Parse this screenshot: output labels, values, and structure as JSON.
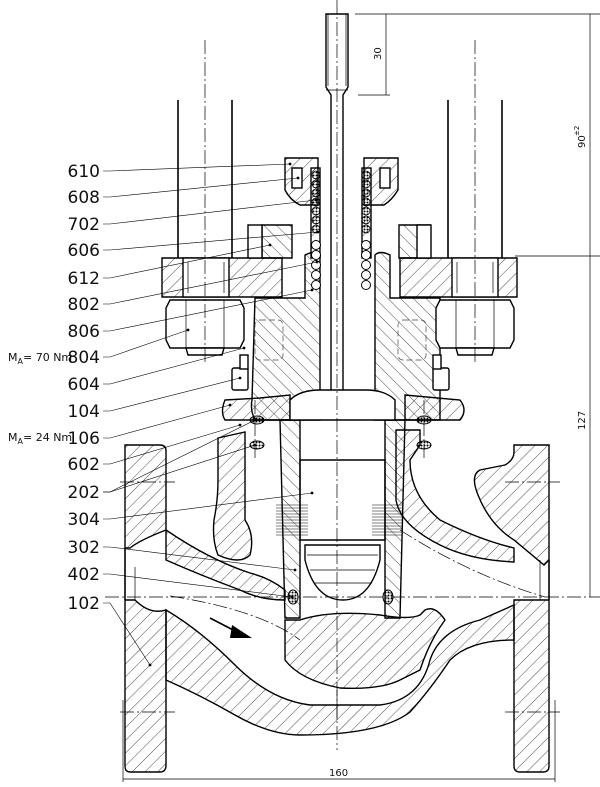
{
  "drawing": {
    "type": "sectional view",
    "subject": "globe control valve assembly"
  },
  "part_labels": [
    {
      "id": "610",
      "text": "610"
    },
    {
      "id": "608",
      "text": "608"
    },
    {
      "id": "702",
      "text": "702"
    },
    {
      "id": "606",
      "text": "606"
    },
    {
      "id": "612",
      "text": "612"
    },
    {
      "id": "802",
      "text": "802"
    },
    {
      "id": "806",
      "text": "806"
    },
    {
      "id": "804",
      "text": "804"
    },
    {
      "id": "604",
      "text": "604"
    },
    {
      "id": "104",
      "text": "104"
    },
    {
      "id": "106",
      "text": "106"
    },
    {
      "id": "602",
      "text": "602"
    },
    {
      "id": "202",
      "text": "202"
    },
    {
      "id": "304",
      "text": "304"
    },
    {
      "id": "302",
      "text": "302"
    },
    {
      "id": "402",
      "text": "402"
    },
    {
      "id": "102",
      "text": "102"
    }
  ],
  "torque_notes": [
    {
      "part": "804",
      "prefix": "M",
      "subscript": "A",
      "value": "= 70 Nm"
    },
    {
      "part": "106",
      "prefix": "M",
      "subscript": "A",
      "value": "= 24 Nm"
    }
  ],
  "dimensions": {
    "stem_thread_length": "30",
    "stem_height": "90",
    "stem_height_tolerance": "±2",
    "bonnet_height": "127",
    "face_to_face": "160"
  },
  "flow_arrow": "flow-direction"
}
